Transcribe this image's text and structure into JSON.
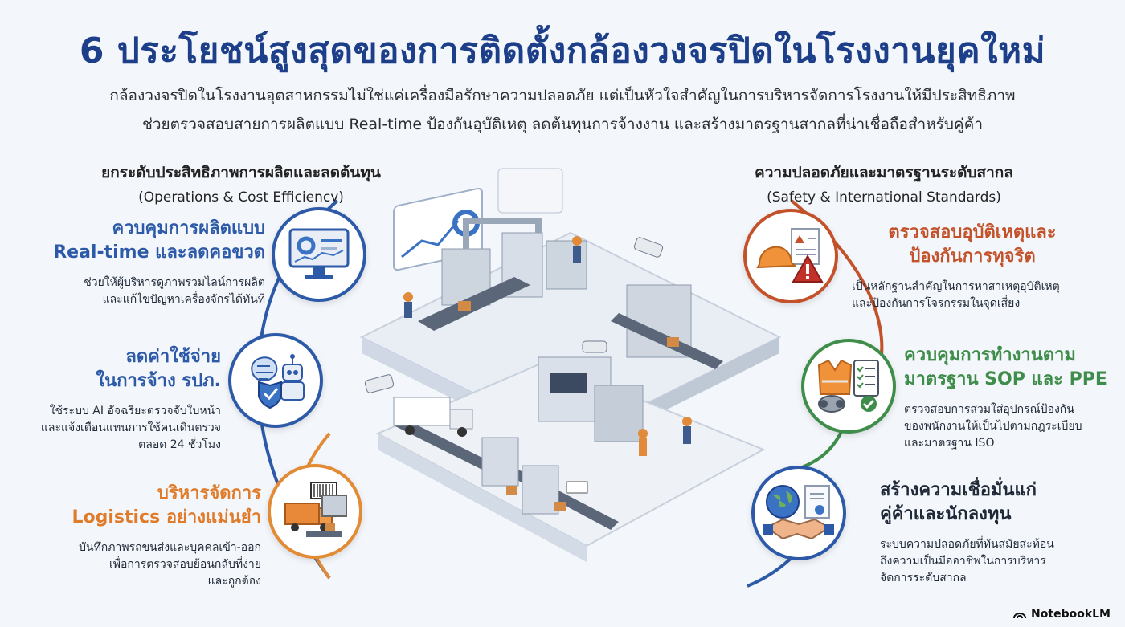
{
  "header": {
    "title": "6 ประโยชน์สูงสุดของการติดตั้งกล้องวงจรปิดในโรงงานยุคใหม่",
    "subtitle_line1": "กล้องวงจรปิดในโรงงานอุตสาหกรรมไม่ใช่แค่เครื่องมือรักษาความปลอดภัย แต่เป็นหัวใจสำคัญในการบริหารจัดการโรงงานให้มีประสิทธิภาพ",
    "subtitle_line2": "ช่วยตรวจสอบสายการผลิตแบบ Real-time ป้องกันอุบัติเหตุ ลดต้นทุนการจ้างงาน และสร้างมาตรฐานสากลที่น่าเชื่อถือสำหรับคู่ค้า"
  },
  "left_column": {
    "heading_th": "ยกระดับประสิทธิภาพการผลิตและลดต้นทุน",
    "heading_en": "(Operations & Cost Efficiency)",
    "items": [
      {
        "title_line1": "ควบคุมการผลิตแบบ",
        "title_line2": "Real-time และลดคอขวด",
        "desc_line1": "ช่วยให้ผู้บริหารดูภาพรวมไลน์การผลิต",
        "desc_line2": "และแก้ไขปัญหาเครื่องจักรได้ทันที",
        "icon": "monitor-dashboard-icon"
      },
      {
        "title_line1": "ลดค่าใช้จ่าย",
        "title_line2": "ในการจ้าง รปภ.",
        "desc_line1": "ใช้ระบบ AI อัจฉริยะตรวจจับใบหน้า",
        "desc_line2": "และแจ้งเตือนแทนการใช้คนเดินตรวจ",
        "desc_line3": "ตลอด 24 ชั่วโมง",
        "icon": "ai-robot-shield-icon"
      },
      {
        "title_line1": "บริหารจัดการ",
        "title_line2": "Logistics อย่างแม่นยำ",
        "desc_line1": "บันทึกภาพรถขนส่งและบุคคลเข้า-ออก",
        "desc_line2": "เพื่อการตรวจสอบย้อนกลับที่ง่าย",
        "desc_line3": "และถูกต้อง",
        "icon": "delivery-truck-icon"
      }
    ]
  },
  "right_column": {
    "heading_th": "ความปลอดภัยและมาตรฐานระดับสากล",
    "heading_en": "(Safety & International Standards)",
    "items": [
      {
        "title_line1": "ตรวจสอบอุบัติเหตุและ",
        "title_line2": "ป้องกันการทุจริต",
        "desc_line1": "เป็นหลักฐานสำคัญในการหาสาเหตุอุบัติเหตุ",
        "desc_line2": "และป้องกันการโจรกรรมในจุดเสี่ยง",
        "icon": "hardhat-warning-icon"
      },
      {
        "title_line1": "ควบคุมการทำงานตาม",
        "title_line2": "มาตรฐาน SOP และ PPE",
        "desc_line1": "ตรวจสอบการสวมใส่อุปกรณ์ป้องกัน",
        "desc_line2": "ของพนักงานให้เป็นไปตามกฎระเบียบ",
        "desc_line3": "และมาตรฐาน ISO",
        "icon": "safety-vest-checklist-icon"
      },
      {
        "title_line1": "สร้างความเชื่อมั่นแก่",
        "title_line2": "คู่ค้าและนักลงทุน",
        "desc_line1": "ระบบความปลอดภัยที่ทันสมัยสะท้อน",
        "desc_line2": "ถึงความเป็นมืออาชีพในการบริหาร",
        "desc_line3": "จัดการระดับสากล",
        "icon": "globe-handshake-certificate-icon"
      }
    ]
  },
  "brand": {
    "label": "NotebookLM"
  },
  "colors": {
    "title": "#1d3f8a",
    "blue": "#2d5aa8",
    "orange": "#e07b2a",
    "red": "#c3522a",
    "green": "#3f8d4a"
  }
}
